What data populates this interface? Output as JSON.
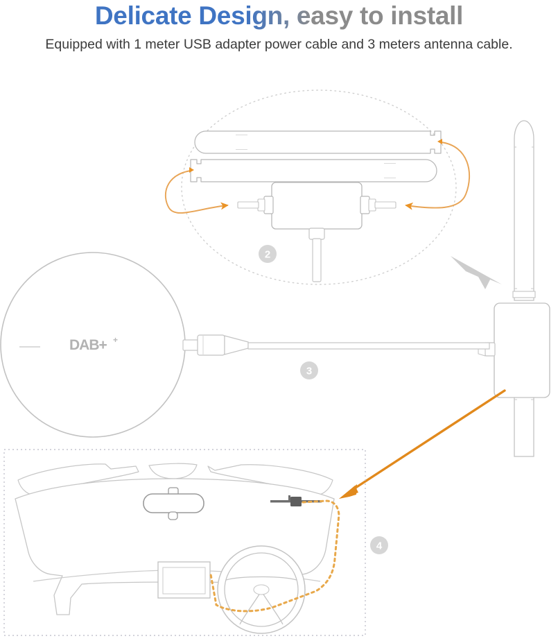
{
  "header": {
    "title": "Delicate Design, easy to install",
    "title_accent_color": "#3f74c3",
    "title_secondary_color": "#8b8b8b",
    "subtitle": "Equipped with 1 meter USB adapter power cable and 3 meters antenna cable."
  },
  "colors": {
    "line_gray": "#c9c9c9",
    "dark_gray": "#7a7a7a",
    "orange": "#e1891c",
    "orange_light": "#f0b666",
    "badge_gray": "#d3d3d3",
    "badge_text": "#ffffff",
    "arrow_gray": "#cfcfcf"
  },
  "steps": [
    {
      "id": "step-2",
      "number": "2",
      "caption": ""
    },
    {
      "id": "step-3",
      "number": "3",
      "caption": ""
    },
    {
      "id": "step-4",
      "number": "4",
      "caption": ""
    }
  ],
  "panels": {
    "assembly": {
      "name": "antenna-assembly-diagram",
      "badge": "2",
      "parts": [
        "antenna-arm-top",
        "antenna-arm-bottom",
        "amplifier-box",
        "connector-left",
        "connector-right",
        "output-cable"
      ]
    },
    "adapter": {
      "name": "usb-adapter-cable-diagram",
      "badge": "3",
      "label": "DAB+",
      "label_plus": "+",
      "parts": [
        "usb-adapter-disc",
        "usb-plug",
        "power-cable"
      ]
    },
    "car": {
      "name": "car-interior-install-diagram",
      "badge": "4",
      "parts": [
        "windshield",
        "sun-visor-left",
        "sun-visor-right",
        "rear-view-mirror",
        "steering-wheel",
        "head-unit-radio",
        "mounted-antenna",
        "routed-cable"
      ]
    },
    "assembled": {
      "name": "assembled-antenna",
      "parts": [
        "antenna-rod-upper",
        "antenna-rod-lower",
        "amplifier-box"
      ]
    }
  }
}
